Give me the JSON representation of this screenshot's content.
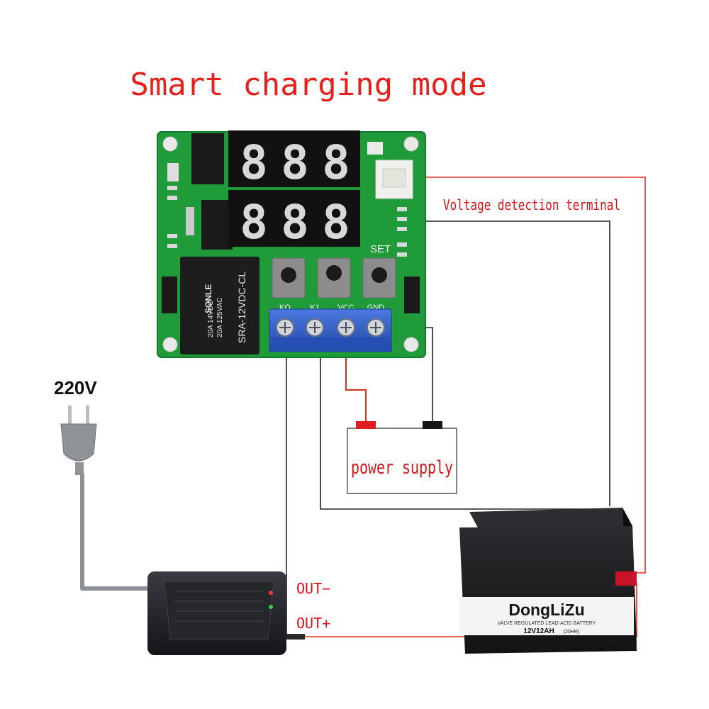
{
  "title": "Smart charging mode",
  "colors": {
    "title": "#e8201c",
    "label_red": "#d8141b",
    "wire_red": "#e0301e",
    "wire_black": "#222222",
    "pcb": "#1f9b3a",
    "led_digit": "#d8d8d8",
    "terminal_blue": "#2f5fcf",
    "charger": "#1e1f22",
    "battery": "#1b1c1e"
  },
  "board": {
    "display_rows": [
      [
        "8",
        "8",
        "8"
      ],
      [
        "8",
        "8",
        "8"
      ]
    ],
    "set_label": "SET",
    "terminal_labels": [
      "KO",
      "K1",
      "VCC",
      "GND"
    ],
    "relay_brand": "SONLE",
    "relay_model": "SRA-12VDC-CL",
    "relay_ratings": [
      "20A 14VDC",
      "20A 125VAC"
    ]
  },
  "labels": {
    "voltage_detection": "Voltage detection terminal",
    "power_supply": "power supply",
    "mains": "220V",
    "out_minus": "OUT−",
    "out_plus": "OUT+"
  },
  "battery": {
    "brand": "DongLiZu",
    "subtitle": "VALVE REGULATED LEAD-ACID BATTERY",
    "spec": "12V12AH",
    "spec_note": "(20HR)"
  },
  "icons": {
    "plug": "eu-plug-icon",
    "charger": "charger-brick-icon"
  }
}
